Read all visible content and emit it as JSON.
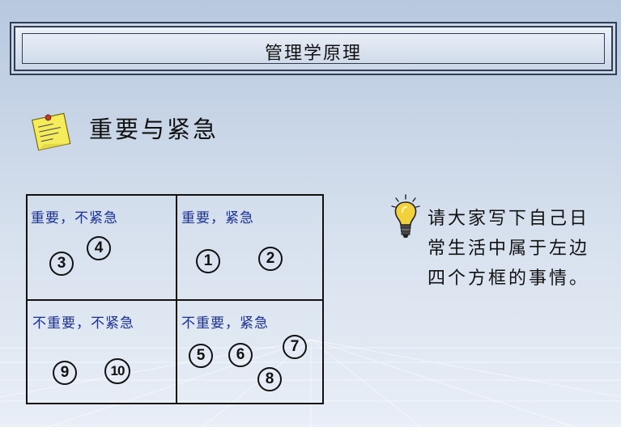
{
  "slide": {
    "title": "管理学原理",
    "heading": "重要与紧急"
  },
  "matrix": {
    "quadrants": [
      {
        "label": "重要，不紧急",
        "items": [
          "3",
          "4"
        ]
      },
      {
        "label": "重要，紧急",
        "items": [
          "1",
          "2"
        ]
      },
      {
        "label": "不重要，不紧急",
        "items": [
          "9",
          "10"
        ]
      },
      {
        "label": "不重要，紧急",
        "items": [
          "5",
          "6",
          "7",
          "8"
        ]
      }
    ]
  },
  "instruction": {
    "lines": [
      "请大家写下自己日",
      "常生活中属于左边",
      "四个方框的事情。"
    ]
  },
  "icons": {
    "note": "sticky-note-icon",
    "bulb": "lightbulb-icon"
  },
  "colors": {
    "quadrant_label": "#1a2f9a",
    "title_frame": "#2f3d57",
    "note_yellow": "#f4ec5a",
    "bulb_yellow": "#f2d23c"
  }
}
